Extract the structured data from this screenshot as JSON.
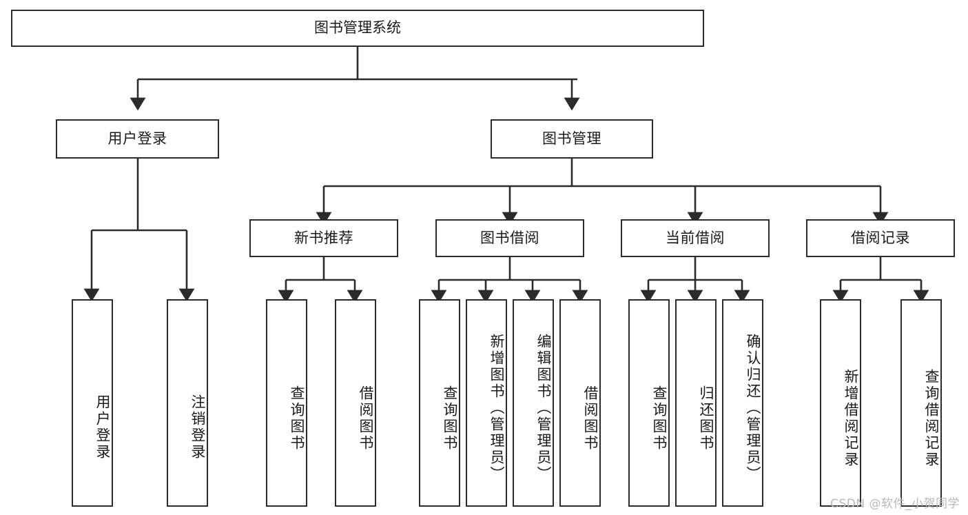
{
  "diagram": {
    "title": "图书管理系统",
    "root": {
      "label": "图书管理系统"
    },
    "level2": [
      {
        "label": "用户登录"
      },
      {
        "label": "图书管理"
      }
    ],
    "level3": [
      {
        "label": "新书推荐"
      },
      {
        "label": "图书借阅"
      },
      {
        "label": "当前借阅"
      },
      {
        "label": "借阅记录"
      }
    ],
    "leaves": {
      "user_login": [
        {
          "label": "用户登录"
        },
        {
          "label": "注销登录"
        }
      ],
      "new_book": [
        {
          "label": "查询图书"
        },
        {
          "label": "借阅图书"
        }
      ],
      "book_borrow": [
        {
          "label": "查询图书"
        },
        {
          "label": "新增图书（管理员）"
        },
        {
          "label": "编辑图书（管理员）"
        },
        {
          "label": "借阅图书"
        }
      ],
      "current_borrow": [
        {
          "label": "查询图书"
        },
        {
          "label": "归还图书"
        },
        {
          "label": "确认归还（管理员）"
        }
      ],
      "borrow_record": [
        {
          "label": "新增借阅记录"
        },
        {
          "label": "查询借阅记录"
        }
      ]
    }
  },
  "watermark": {
    "text": "CSDN @软件_小贺同学"
  },
  "colors": {
    "border": "#2b2b2b",
    "background": "#ffffff",
    "text": "#1a1a1a",
    "watermark": "#b9b9b9"
  }
}
